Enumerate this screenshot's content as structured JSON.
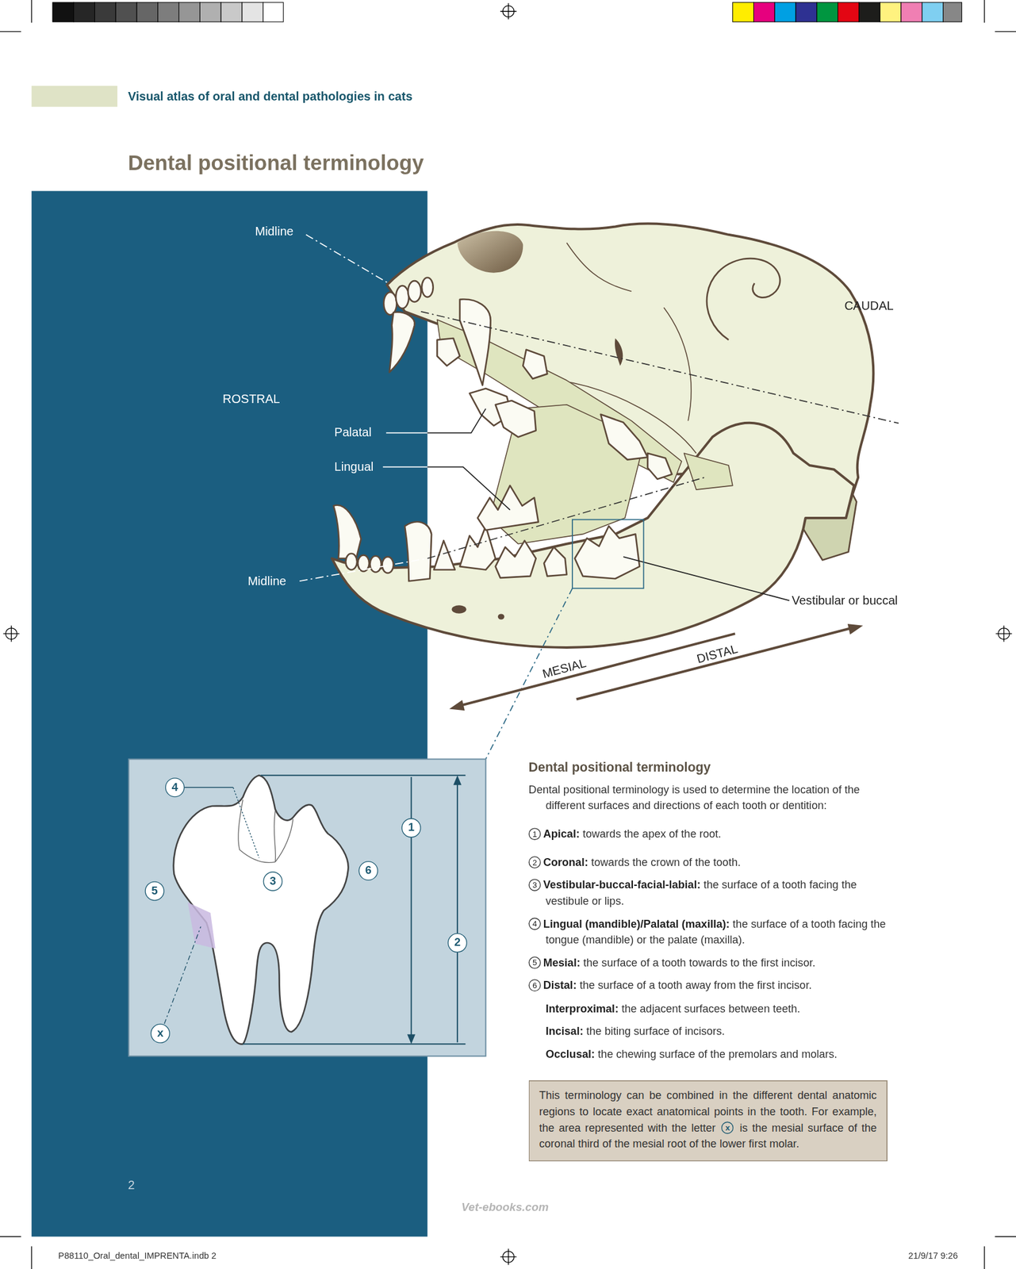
{
  "diagram": {
    "title": "Dental positional terminology",
    "nodes": [
      {
        "text": [
          "This terminology can be combined in the different dental anatomic regions to locate exact anatomical points in the tooth. For example, the area represented with the letter",
          "x",
          "is the mesial surface of the coronal third of the mesial root of the lower first molar."
        ]
      }
    ],
    "labels": [
      "Visual atlas of oral and dental pathologies in cats",
      "Midline",
      "CAUDAL",
      "ROSTRAL",
      "Palatal",
      "Lingual",
      "Midline",
      "Vestibular or buccal",
      "MESIAL",
      "DISTAL",
      "4",
      "1",
      "3",
      "6",
      "5",
      "2",
      "x",
      "Dental positional terminology",
      "Dental positional terminology is used to determine the location of the different surfaces and directions of each tooth or dentition:",
      "1",
      "Apical:",
      "towards the apex of the root.",
      "2",
      "Coronal:",
      "towards the crown of the tooth.",
      "3",
      "Vestibular-buccal-facial-labial:",
      "the surface of a tooth facing the vestibule or lips.",
      "4",
      "Lingual (mandible)/Palatal (maxilla):",
      "the surface of a tooth facing the tongue (mandible) or the palate (maxilla).",
      "5",
      "Mesial:",
      "the surface of a tooth towards to the first incisor.",
      "6",
      "Distal:",
      "the surface of a tooth away from the first incisor.",
      "Interproximal:",
      "the adjacent surfaces between teeth.",
      "Incisal:",
      "the biting surface of incisors.",
      "Occlusal:",
      "the chewing surface of the premolars and molars.",
      "2",
      "Vet-ebooks.com",
      "P88110_Oral_dental_IMPRENTA.indb 2",
      "21/9/17 9:26"
    ]
  }
}
